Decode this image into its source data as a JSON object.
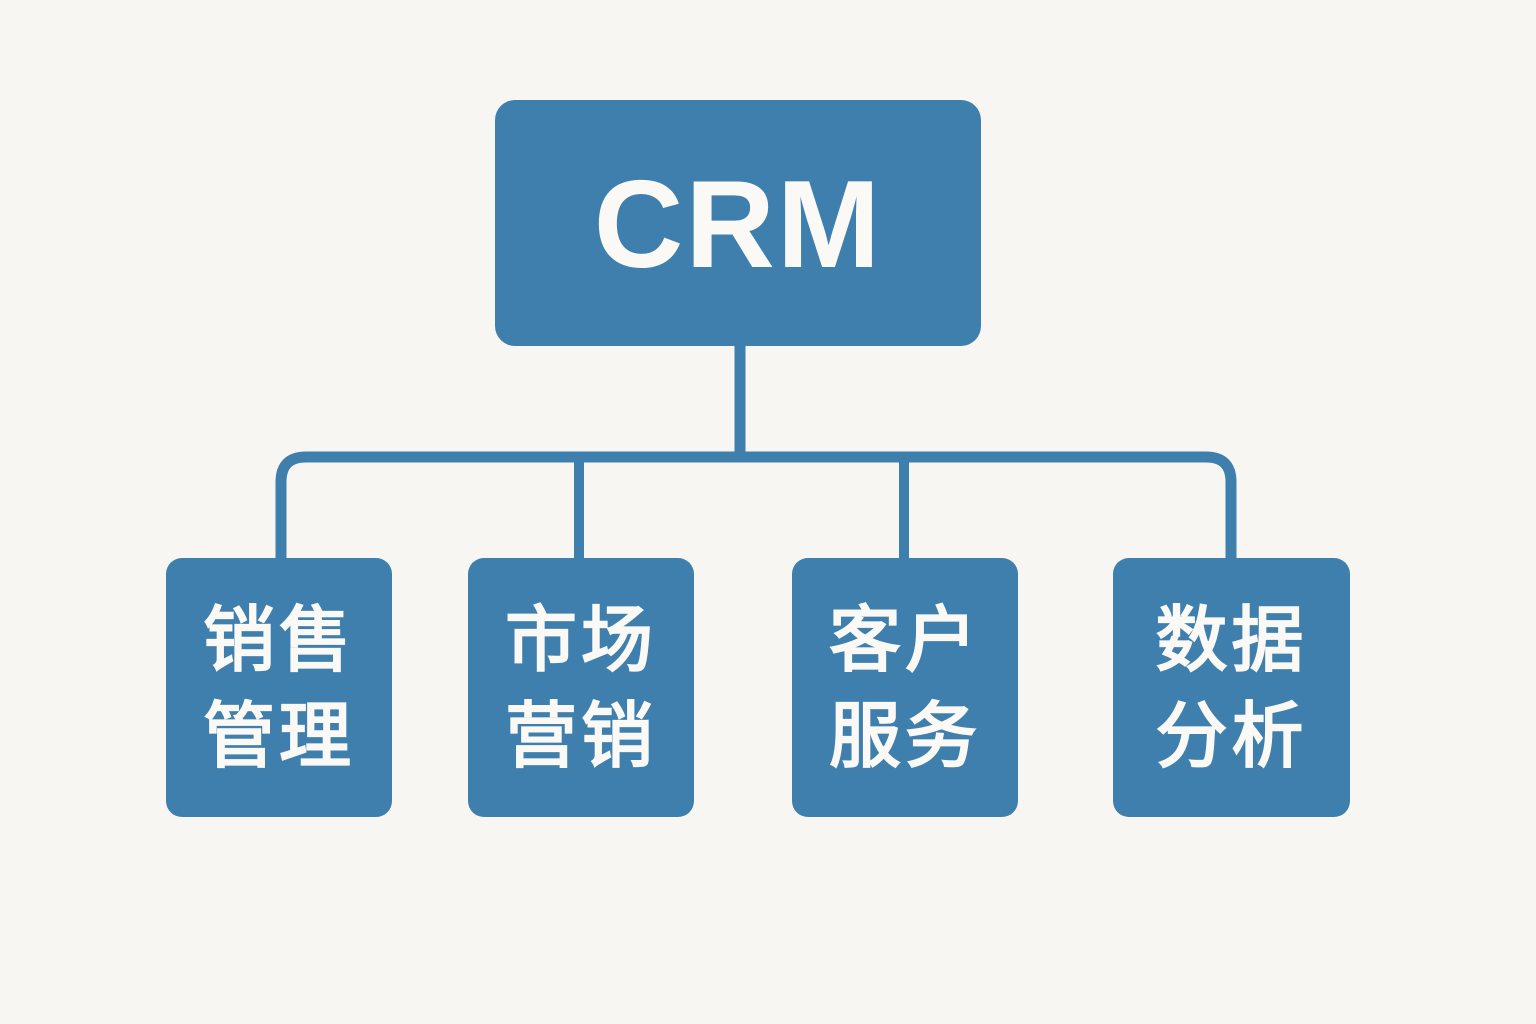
{
  "diagram": {
    "type": "org-tree",
    "colors": {
      "background": "#f7f6f2",
      "node_fill": "#3f7fad",
      "connector": "#3f7fad",
      "text": "#faf9f5"
    },
    "root": {
      "label": "CRM"
    },
    "children": [
      {
        "lines": [
          "销售",
          "管理"
        ],
        "label": "销售管理"
      },
      {
        "lines": [
          "市场",
          "营销"
        ],
        "label": "市场营销"
      },
      {
        "lines": [
          "客户",
          "服务"
        ],
        "label": "客户服务"
      },
      {
        "lines": [
          "数据",
          "分析"
        ],
        "label": "数据分析"
      }
    ],
    "edges": [
      {
        "from": "CRM",
        "to": "销售管理"
      },
      {
        "from": "CRM",
        "to": "市场营销"
      },
      {
        "from": "CRM",
        "to": "客户服务"
      },
      {
        "from": "CRM",
        "to": "数据分析"
      }
    ]
  }
}
